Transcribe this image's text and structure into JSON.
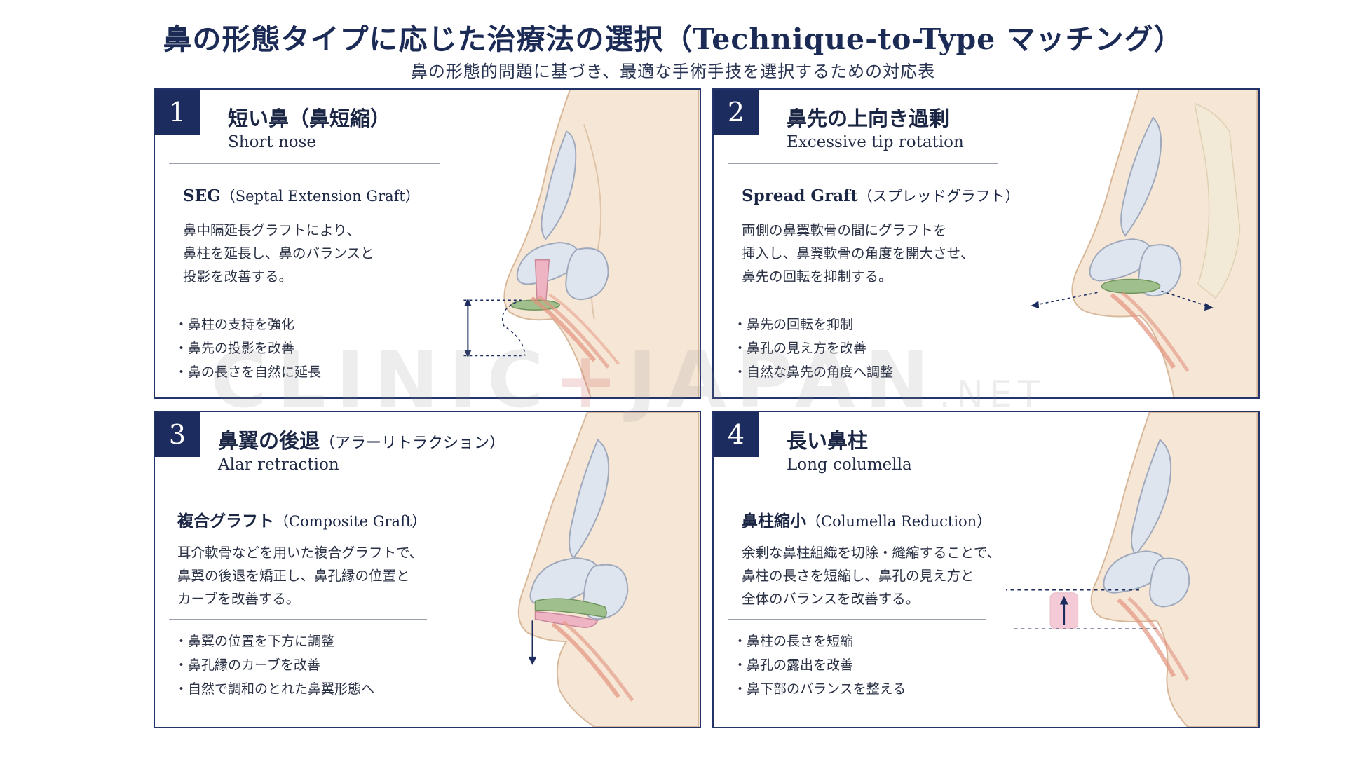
{
  "header": {
    "title": "鼻の形態タイプに応じた治療法の選択（Technique-to-Type マッチング）",
    "subtitle": "鼻の形態的問題に基づき、最適な手術手技を選択するための対応表"
  },
  "panels": [
    {
      "number": "1",
      "title": "短い鼻（鼻短縮）",
      "title_note": "",
      "english": "Short nose",
      "technique": "SEG",
      "technique_note": "（Septal Extension Graft）",
      "description": [
        "鼻中隔延長グラフトにより、",
        "鼻柱を延長し、鼻のバランスと",
        "投影を改善する。"
      ],
      "bullets": [
        "鼻柱の支持を強化",
        "鼻先の投影を改善",
        "鼻の長さを自然に延長"
      ]
    },
    {
      "number": "2",
      "title": "鼻先の上向き過剰",
      "title_note": "",
      "english": "Excessive tip rotation",
      "technique": "Spread Graft",
      "technique_note": "（スプレッドグラフト）",
      "description": [
        "両側の鼻翼軟骨の間にグラフトを",
        "挿入し、鼻翼軟骨の角度を開大させ、",
        "鼻先の回転を抑制する。"
      ],
      "bullets": [
        "鼻先の回転を抑制",
        "鼻孔の見え方を改善",
        "自然な鼻先の角度へ調整"
      ]
    },
    {
      "number": "3",
      "title": "鼻翼の後退",
      "title_note": "（アラーリトラクション）",
      "english": "Alar retraction",
      "technique": "複合グラフト",
      "technique_note": "（Composite Graft）",
      "description": [
        "耳介軟骨などを用いた複合グラフトで、",
        "鼻翼の後退を矯正し、鼻孔縁の位置と",
        "カーブを改善する。"
      ],
      "bullets": [
        "鼻翼の位置を下方に調整",
        "鼻孔縁のカーブを改善",
        "自然で調和のとれた鼻翼形態へ"
      ]
    },
    {
      "number": "4",
      "title": "長い鼻柱",
      "title_note": "",
      "english": "Long columella",
      "technique": "鼻柱縮小",
      "technique_note": "（Columella Reduction）",
      "description": [
        "余剰な鼻柱組織を切除・縫縮することで、",
        "鼻柱の長さを短縮し、鼻孔の見え方と",
        "全体のバランスを改善する。"
      ],
      "bullets": [
        "鼻柱の長さを短縮",
        "鼻孔の露出を改善",
        "鼻下部のバランスを整える"
      ]
    }
  ],
  "watermark": {
    "left": "CLINIC",
    "plus": "+",
    "right": "JAPAN",
    "suffix": ".NET"
  },
  "colors": {
    "navy": "#1c2c5e",
    "skin": "#f6e6d6",
    "cartilage": "#dfe5ef",
    "graft_green": "#9fc08c",
    "graft_pink": "#efb4c4",
    "muscle": "#e3937e"
  }
}
